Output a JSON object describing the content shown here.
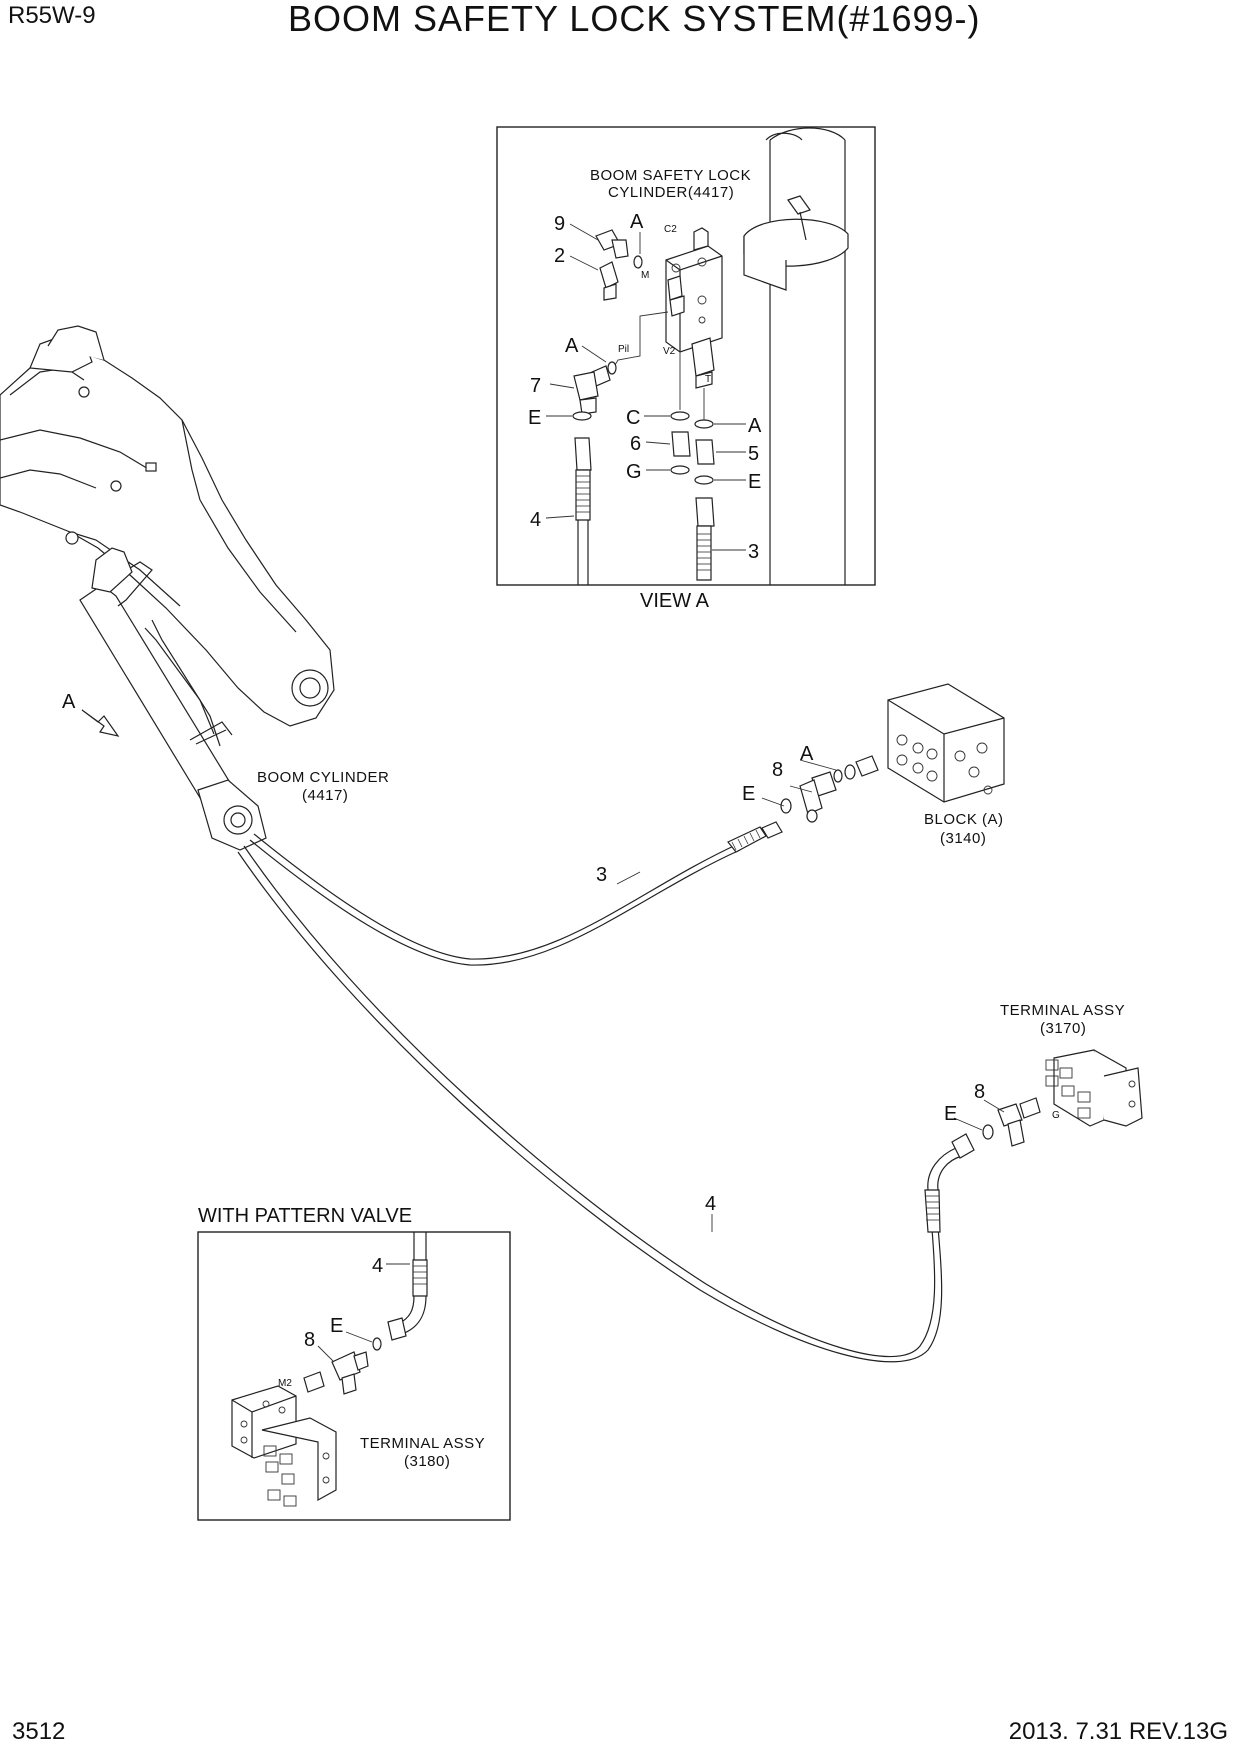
{
  "header": {
    "model": "R55W-9",
    "title": "BOOM SAFETY LOCK SYSTEM(#1699-)"
  },
  "footer": {
    "page_number": "3512",
    "revision": "2013. 7.31  REV.13G"
  },
  "view_a": {
    "caption": "VIEW A",
    "component_name": "BOOM SAFETY LOCK",
    "component_code": "CYLINDER(4417)",
    "port_labels": {
      "c2": "C2",
      "m": "M",
      "pil": "Pil",
      "v2": "V2",
      "t": "T"
    },
    "callouts": {
      "p9": "9",
      "p2": "2",
      "a1": "A",
      "a2": "A",
      "p7": "7",
      "e1": "E",
      "p4": "4",
      "c": "C",
      "p6": "6",
      "g": "G",
      "a3": "A",
      "p5": "5",
      "e2": "E",
      "p3": "3"
    }
  },
  "main": {
    "view_arrow": "A",
    "boom_cylinder": {
      "name": "BOOM CYLINDER",
      "code": "(4417)"
    },
    "block": {
      "name": "BLOCK (A)",
      "code": "(3140)"
    },
    "terminal_3170": {
      "name": "TERMINAL ASSY",
      "code": "(3170)"
    },
    "callouts": {
      "a": "A",
      "p8a": "8",
      "ea": "E",
      "p3": "3",
      "p8b": "8",
      "eb": "E",
      "p4": "4",
      "g": "G"
    }
  },
  "pattern_valve": {
    "title": "WITH PATTERN VALVE",
    "terminal": {
      "name": "TERMINAL ASSY",
      "code": "(3180)"
    },
    "port": "M2",
    "callouts": {
      "p4": "4",
      "e": "E",
      "p8": "8"
    }
  }
}
